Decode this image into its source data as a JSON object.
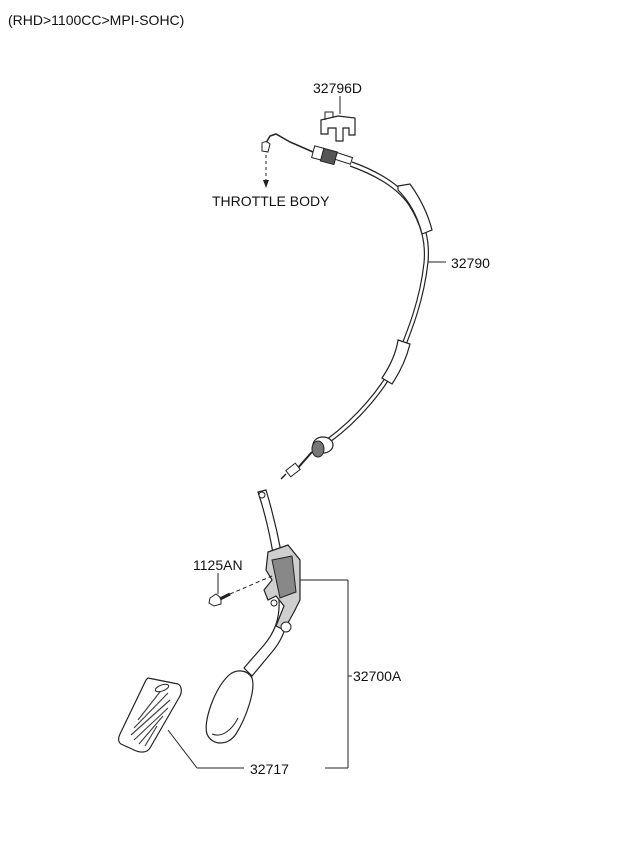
{
  "header": {
    "variant": "(RHD>1100CC>MPI-SOHC)"
  },
  "parts": {
    "bracket": "32796D",
    "throttle": "THROTTLE BODY",
    "cable": "32790",
    "bolt": "1125AN",
    "pedal_assy": "32700A",
    "pad": "32717"
  }
}
